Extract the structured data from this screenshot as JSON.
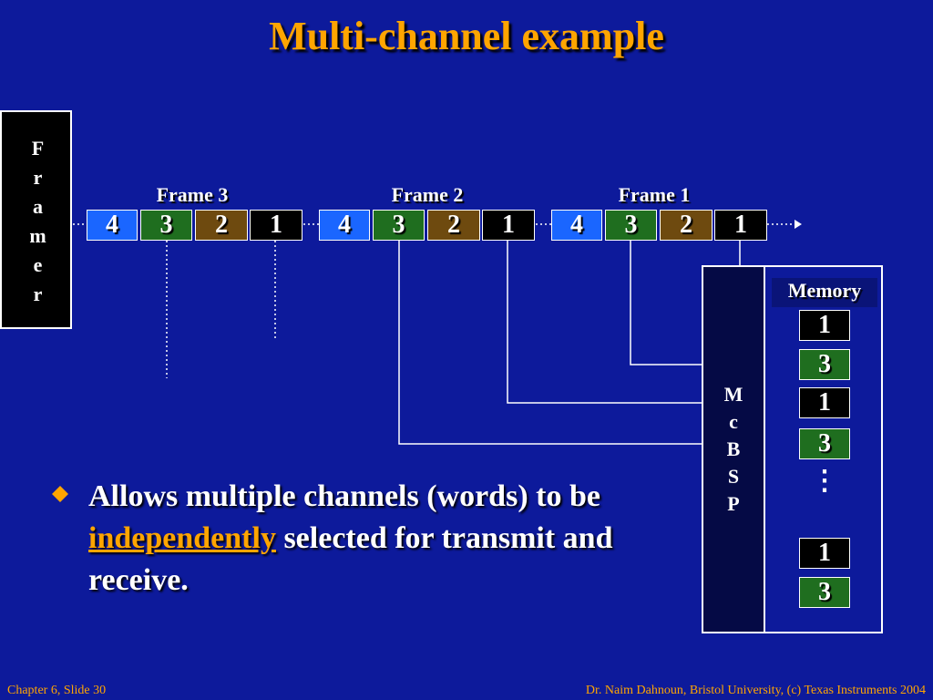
{
  "slide": {
    "title": "Multi-channel example",
    "framer_letters": [
      "F",
      "r",
      "a",
      "m",
      "e",
      "r"
    ],
    "frames": [
      {
        "label": "Frame 3",
        "cells": [
          "4",
          "3",
          "2",
          "1"
        ]
      },
      {
        "label": "Frame 2",
        "cells": [
          "4",
          "3",
          "2",
          "1"
        ]
      },
      {
        "label": "Frame 1",
        "cells": [
          "4",
          "3",
          "2",
          "1"
        ]
      }
    ],
    "mcbsp_letters": [
      "M",
      "c",
      "B",
      "S",
      "P"
    ],
    "memory": {
      "label": "Memory",
      "cells": [
        "1",
        "3",
        "1",
        "3",
        "1",
        "3"
      ],
      "ellipsis": "⋮"
    },
    "bullet": {
      "before": "Allows multiple channels (words) to be ",
      "highlight": "independently",
      "after": " selected for transmit and receive."
    },
    "colors": {
      "background": "#0d1a9b",
      "title": "#ffa500",
      "channel_4": "#1a66ff",
      "channel_3": "#1f6e1f",
      "channel_2": "#6e4a0f",
      "channel_1": "#000000"
    }
  },
  "footer": {
    "left": "Chapter 6, Slide 30",
    "right": "Dr. Naim Dahnoun, Bristol University,  (c) Texas Instruments 2004"
  }
}
